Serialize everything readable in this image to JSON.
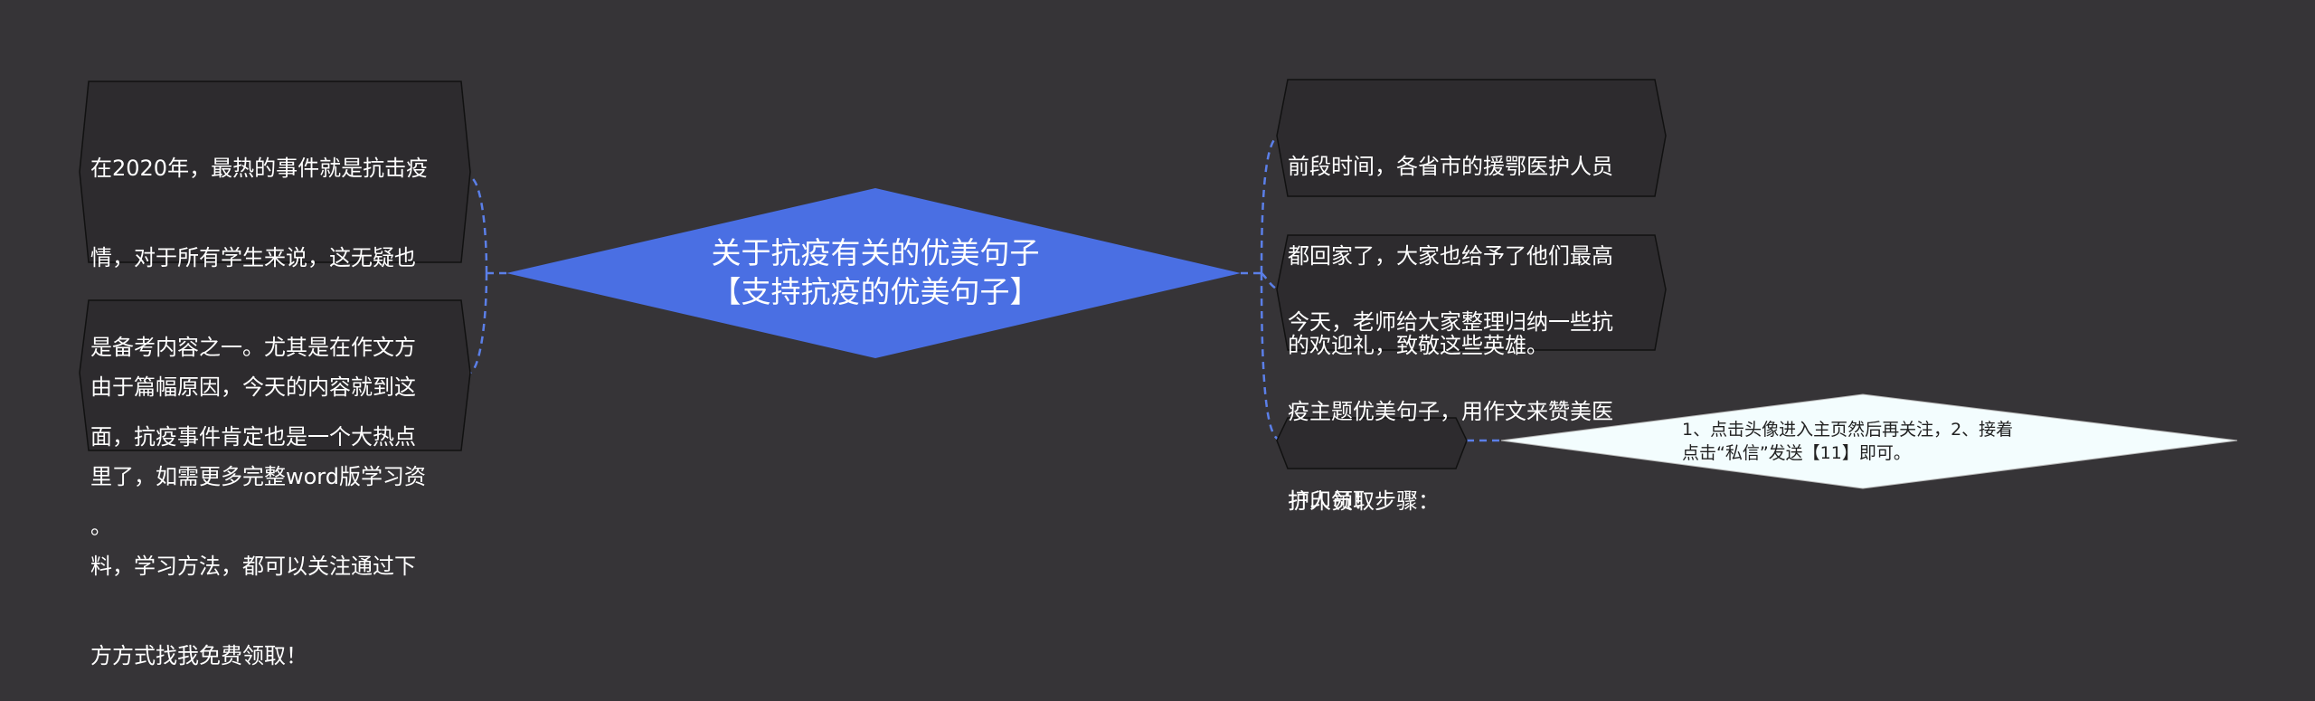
{
  "center": {
    "line1": "关于抗疫有关的优美句子",
    "line2": "【支持抗疫的优美句子】"
  },
  "left_nodes": [
    {
      "lines": [
        "在2020年，最热的事件就是抗击疫",
        "情，对于所有学生来说，这无疑也",
        "是备考内容之一。尤其是在作文方",
        "面，抗疫事件肯定也是一个大热点",
        "。"
      ]
    },
    {
      "lines": [
        "由于篇幅原因，今天的内容就到这",
        "里了，如需更多完整word版学习资",
        "料，学习方法，都可以关注通过下",
        "方方式找我免费领取！"
      ]
    }
  ],
  "right_nodes": [
    {
      "lines": [
        "前段时间，各省市的援鄂医护人员",
        "都回家了，大家也给予了他们最高",
        "的欢迎礼，致敬这些英雄。"
      ]
    },
    {
      "lines": [
        "今天，老师给大家整理归纳一些抗",
        "疫主题优美句子，用作文来赞美医",
        "护人员！"
      ]
    },
    {
      "lines": [
        "打印领取步骤："
      ]
    }
  ],
  "step_node": {
    "lines": [
      "1、点击头像进入主页然后再关注，2、接着",
      "点击“私信”发送【11】即可。"
    ]
  },
  "colors": {
    "background": "#363437",
    "center_fill": "#4a6fe3",
    "node_fill": "#2d2b2e",
    "node_stroke": "#111111",
    "connector": "#5b7fe8",
    "step_fill": "#f3fdfe"
  }
}
